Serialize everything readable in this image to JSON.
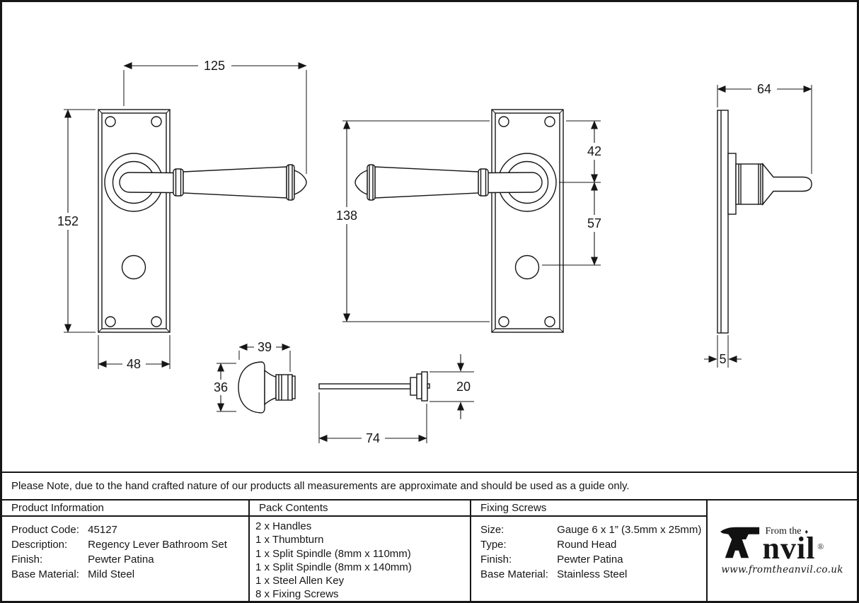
{
  "sheet": {
    "note": "Please Note, due to the hand crafted nature of our products all measurements are approximate and should be used as a guide only."
  },
  "dims": {
    "handle_length": "125",
    "plate_height": "152",
    "plate_width": "48",
    "lever_span": "138",
    "top_to_spindle": "42",
    "spindle_to_turn": "57",
    "projection": "64",
    "plate_thickness": "5",
    "thumbturn_length": "39",
    "thumbturn_diameter": "36",
    "spindle_length": "74",
    "spindle_head_diameter": "20"
  },
  "table": {
    "product_info": {
      "header": "Product Information",
      "rows": [
        {
          "label": "Product Code:",
          "value": "45127"
        },
        {
          "label": "Description:",
          "value": "Regency Lever Bathroom Set"
        },
        {
          "label": "Finish:",
          "value": "Pewter Patina"
        },
        {
          "label": "Base Material:",
          "value": "Mild Steel"
        }
      ]
    },
    "pack_contents": {
      "header": "Pack Contents",
      "items": [
        "2 x Handles",
        "1 x Thumbturn",
        "1 x Split Spindle (8mm x 110mm)",
        "1 x Split Spindle (8mm x 140mm)",
        "1 x Steel Allen Key",
        "8 x Fixing Screws"
      ]
    },
    "fixing_screws": {
      "header": "Fixing Screws",
      "rows": [
        {
          "label": "Size:",
          "value": "Gauge 6 x 1” (3.5mm x 25mm)"
        },
        {
          "label": "Type:",
          "value": "Round Head"
        },
        {
          "label": "Finish:",
          "value": "Pewter Patina"
        },
        {
          "label": "Base Material:",
          "value": "Stainless Steel"
        }
      ]
    }
  },
  "logo": {
    "tagline": "From the",
    "diamond": "♦",
    "brand_suffix": "nvil",
    "reg": "®",
    "url": "www.fromtheanvil.co.uk"
  }
}
